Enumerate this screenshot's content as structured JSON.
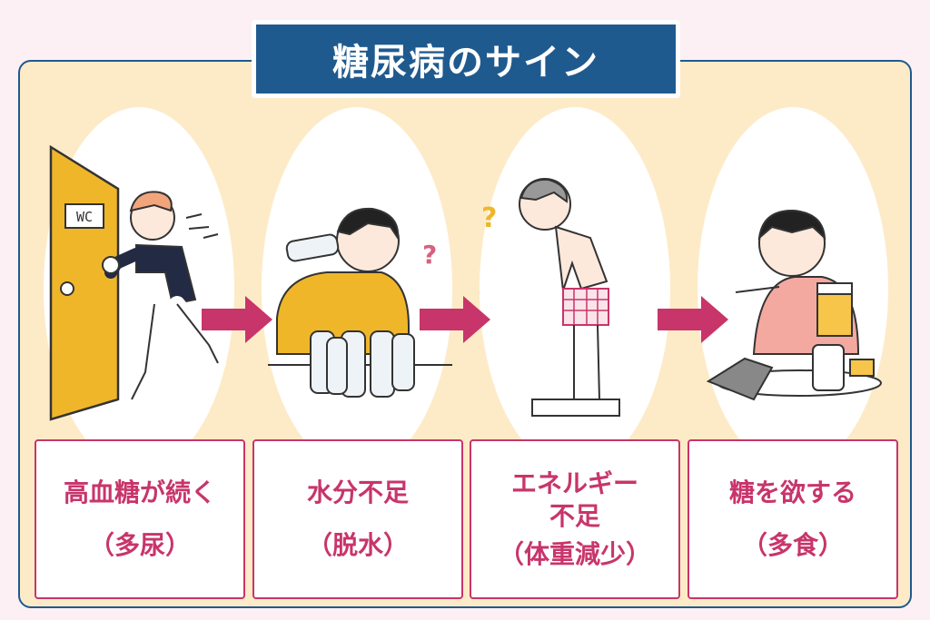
{
  "title": "糖尿病のサイン",
  "colors": {
    "accent": "#c8356a",
    "navy": "#1f5a8f",
    "panel": "#fdebc8"
  },
  "signs": [
    {
      "main": "高血糖が続く",
      "sub": "（多尿）",
      "door_sign": "WC"
    },
    {
      "main": "水分不足",
      "sub": "（脱水）"
    },
    {
      "main": "エネルギー\n不足",
      "main_line1": "エネルギー",
      "main_line2": "不足",
      "sub": "（体重減少）",
      "glyph": "?"
    },
    {
      "main": "糖を欲する",
      "sub": "（多食）"
    }
  ]
}
